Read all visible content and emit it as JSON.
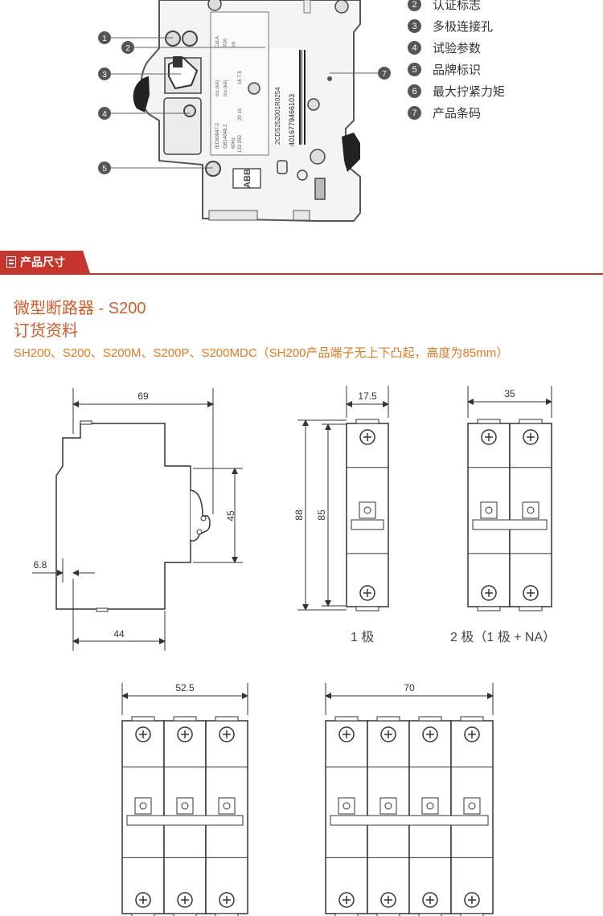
{
  "legend": [
    {
      "num": "2",
      "label": "认证标志"
    },
    {
      "num": "3",
      "label": "多极连接孔"
    },
    {
      "num": "4",
      "label": "试验参数"
    },
    {
      "num": "5",
      "label": "品牌标识"
    },
    {
      "num": "6",
      "label": "最大拧紧力矩"
    },
    {
      "num": "7",
      "label": "产品条码"
    }
  ],
  "callouts": [
    "1",
    "2",
    "3",
    "4",
    "5",
    "7"
  ],
  "device_label": {
    "brand": "ABB",
    "barcode_digits": "4016779466103",
    "barcode_code": "2CDS252001R0254"
  },
  "section": {
    "title": "产品尺寸"
  },
  "product": {
    "title": "微型断路器 - S200",
    "subtitle": "订货资料",
    "note": "SH200、S200、S200M、S200P、S200MDC（SH200产品端子无上下凸起，高度为85mm）"
  },
  "dimensions": {
    "side_width": "69",
    "side_height": "45",
    "side_depth": "44",
    "side_offset": "6.8",
    "pole1_width": "17.5",
    "pole1_height_total": "88",
    "pole1_height_body": "85",
    "pole2_width": "35",
    "pole3_width": "52.5",
    "pole4_width": "70"
  },
  "captions": {
    "pole1": "1 极",
    "pole2": "2 极（1 极 + NA）"
  },
  "colors": {
    "accent": "#c6352d",
    "title": "#d35a2a",
    "subtitle": "#e07a1f"
  }
}
